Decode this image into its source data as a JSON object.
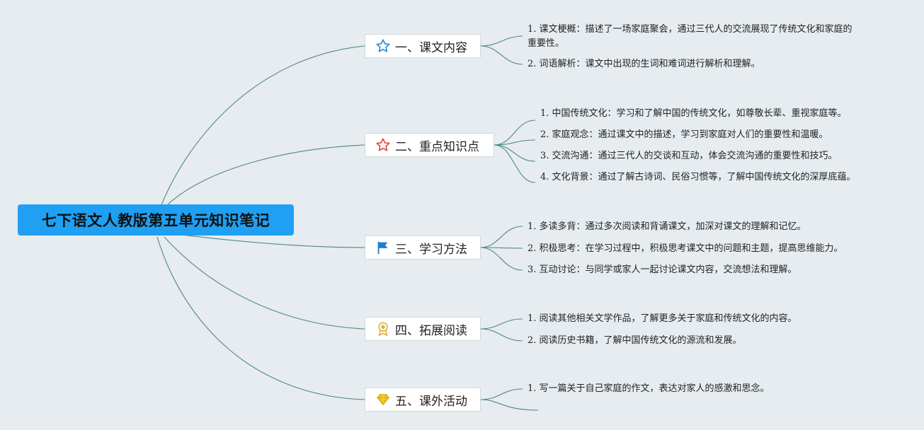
{
  "root": {
    "title": "七下语文人教版第五单元知识笔记"
  },
  "branches": [
    {
      "title": "一、课文内容",
      "icon": "blue-star-outline-icon",
      "items": [
        "1. 课文梗概：描述了一场家庭聚会，通过三代人的交流展现了传统文化和家庭的",
        "重要性。",
        "2. 词语解析：课文中出现的生词和难词进行解析和理解。"
      ]
    },
    {
      "title": "二、重点知识点",
      "icon": "red-star-outline-icon",
      "items": [
        "1. 中国传统文化：学习和了解中国的传统文化，如尊敬长辈、重视家庭等。",
        "2. 家庭观念：通过课文中的描述，学习到家庭对人们的重要性和温暖。",
        "3. 交流沟通：通过三代人的交谈和互动，体会交流沟通的重要性和技巧。",
        "4. 文化背景：通过了解古诗词、民俗习惯等，了解中国传统文化的深厚底蕴。"
      ]
    },
    {
      "title": "三、学习方法",
      "icon": "blue-flag-icon",
      "items": [
        "1. 多读多背：通过多次阅读和背诵课文，加深对课文的理解和记忆。",
        "2. 积极思考：在学习过程中，积极思考课文中的问题和主题，提高思维能力。",
        "3. 互动讨论：与同学或家人一起讨论课文内容，交流想法和理解。"
      ]
    },
    {
      "title": "四、拓展阅读",
      "icon": "gold-medal-icon",
      "items": [
        "1. 阅读其他相关文学作品，了解更多关于家庭和传统文化的内容。",
        "2. 阅读历史书籍，了解中国传统文化的源流和发展。"
      ]
    },
    {
      "title": "五、课外活动",
      "icon": "yellow-diamond-icon",
      "items": [
        "1. 写一篇关于自己家庭的作文，表达对家人的感激和思念。"
      ]
    }
  ],
  "colors": {
    "background": "#e6ecf0",
    "root_fill": "#1fa0f2",
    "connector": "#4f8a80",
    "star_blue": "#2a8fd6",
    "star_red": "#e8463a",
    "flag_blue": "#1e7fd2",
    "medal_gold": "#e0b33a",
    "diamond_yellow": "#f0cf2e"
  }
}
